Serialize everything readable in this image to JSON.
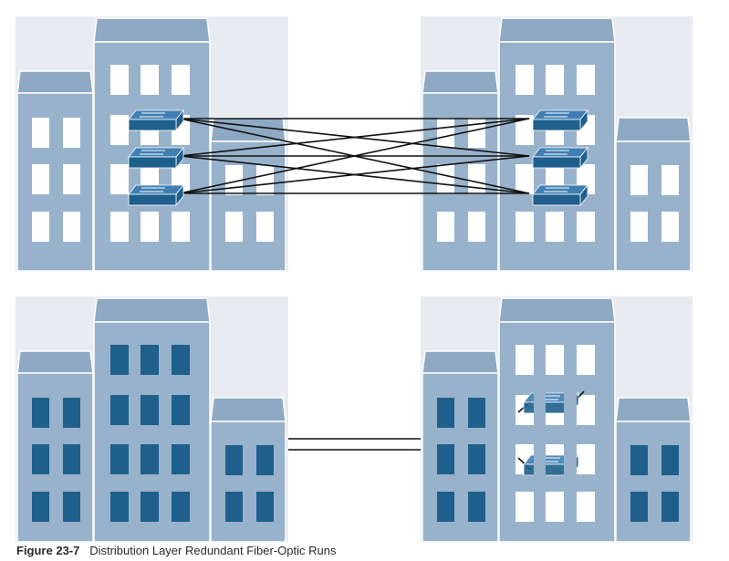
{
  "caption": {
    "figure_label": "Figure 23-7",
    "text": "Distribution Layer Redundant Fiber-Optic Runs"
  },
  "colors": {
    "background_panel": "#e8ebf0",
    "building_fill": "#98b2cb",
    "building_roof": "#8fa9c4",
    "building_outline": "#ffffff",
    "window_light": "#ffffff",
    "window_dark": "#1e5f8c",
    "switch_top": "#3f7fb3",
    "switch_front": "#1e5f8c",
    "link_line": "#111111"
  },
  "icons": {
    "building": "office-building-icon",
    "switch": "layer3-switch-icon"
  },
  "scenes": [
    {
      "name": "redundant-mesh",
      "switches_per_site": 3,
      "link_mesh": "full"
    },
    {
      "name": "simple-link",
      "parallel_links": 2
    }
  ]
}
